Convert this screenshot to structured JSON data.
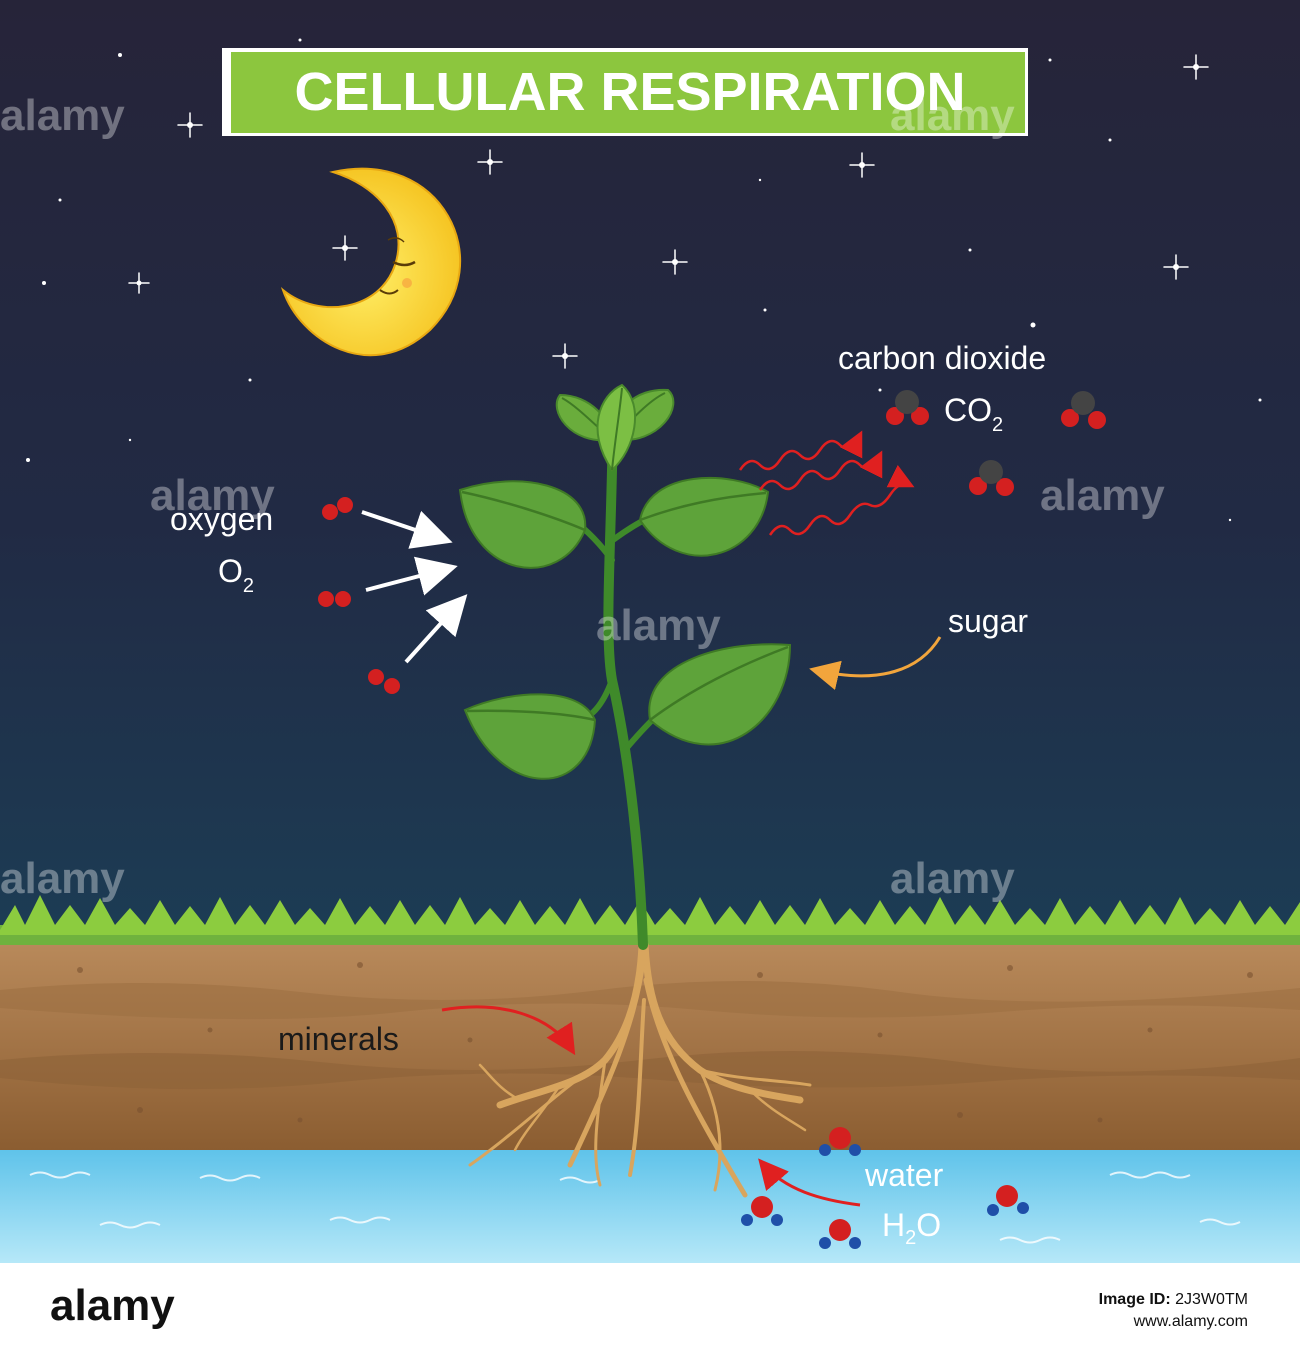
{
  "title": "CELLULAR RESPIRATION",
  "labels": {
    "oxygen": "oxygen",
    "oxygen_formula_base": "O",
    "oxygen_formula_sub": "2",
    "carbon_dioxide": "carbon dioxide",
    "co2_formula_base": "CO",
    "co2_formula_sub": "2",
    "sugar": "sugar",
    "minerals": "minerals",
    "water": "water",
    "water_formula_h": "H",
    "water_formula_sub": "2",
    "water_formula_o": "O"
  },
  "watermark": {
    "brand": "alamy",
    "image_id": "2J3W0TM",
    "site": "www.alamy.com"
  },
  "colors": {
    "sky_top": "#262439",
    "sky_bottom": "#1d3a52",
    "title_bar": "#8cc63e",
    "leaf": "#5ea33a",
    "soil": "#a87848",
    "water": "#7fd4f2",
    "co2_arrow": "#e02020",
    "sugar_arrow": "#f2a53c",
    "oxygen_molecule": "#d42020",
    "carbon_atom": "#444444"
  }
}
